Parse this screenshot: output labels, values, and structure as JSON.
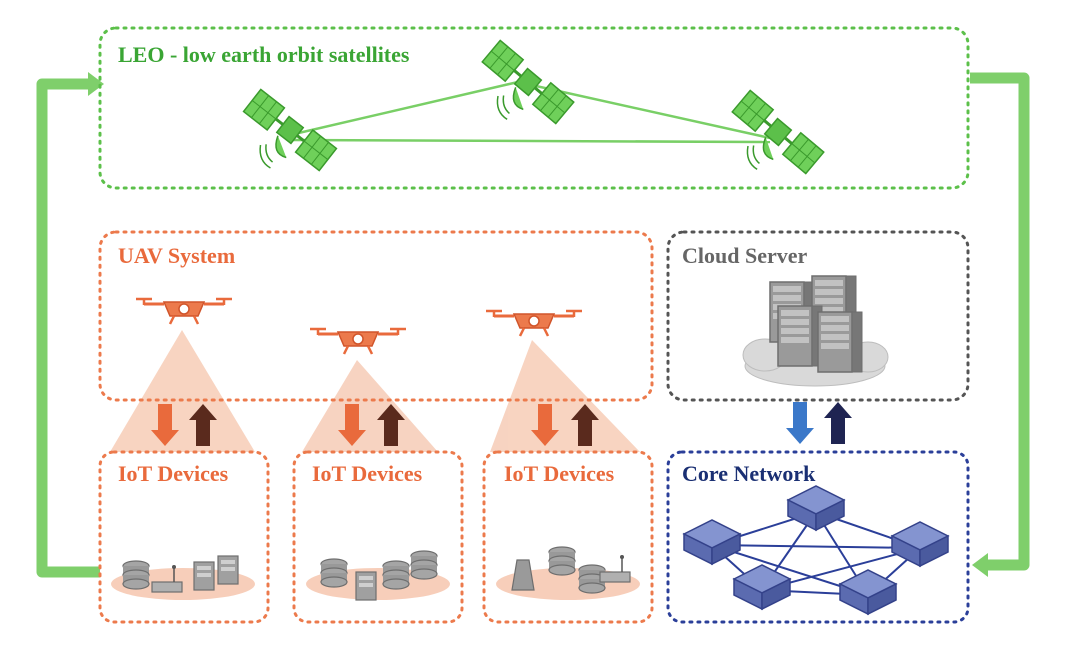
{
  "labels": {
    "leo": "LEO - low earth orbit satellites",
    "uav": "UAV System",
    "cloud": "Cloud Server",
    "core": "Core Network",
    "iot": [
      "IoT Devices",
      "IoT Devices",
      "IoT Devices"
    ]
  },
  "colors": {
    "leo": "#5cc04a",
    "uav": "#ec7a4c",
    "cloud": "#555555",
    "core": "#2b3f99",
    "iot": "#ec7a4c",
    "arrow_down_orange": "#e96a3c",
    "arrow_up_brown": "#5a2a1d",
    "arrow_down_blue": "#3b78c9",
    "arrow_up_navy": "#1f2452",
    "loop_arrow": "#7fcf6b",
    "cone": "#f6c9b2",
    "network_node": "#6a7bbd",
    "server": "#8d8d8d"
  },
  "icons": {
    "satellite": "satellite-icon",
    "drone": "drone-icon",
    "server": "server-rack-icon",
    "network_node": "network-switch-icon",
    "iot_device": "iot-device-icon"
  }
}
